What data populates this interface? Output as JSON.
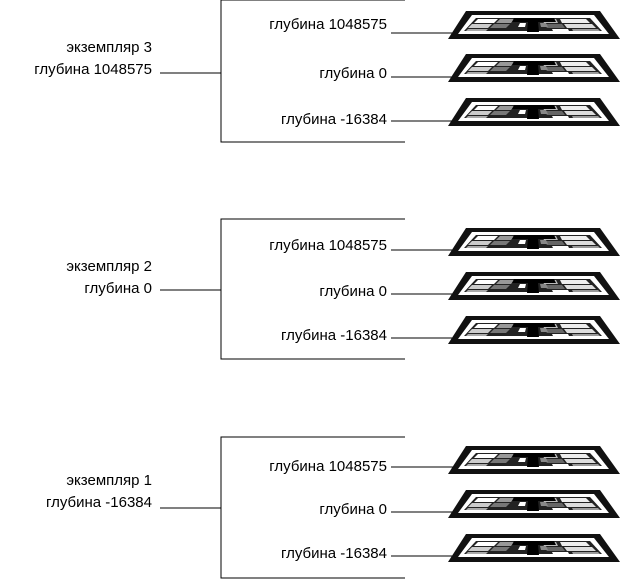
{
  "groups": [
    {
      "instance_label": "экземпляр 3",
      "instance_depth": "глубина 1048575",
      "layers": [
        "глубина 1048575",
        "глубина 0",
        "глубина -16384"
      ]
    },
    {
      "instance_label": "экземпляр 2",
      "instance_depth": "глубина 0",
      "layers": [
        "глубина 1048575",
        "глубина 0",
        "глубина -16384"
      ]
    },
    {
      "instance_label": "экземпляр 1",
      "instance_depth": "глубина -16384",
      "layers": [
        "глубина 1048575",
        "глубина 0",
        "глубина -16384"
      ]
    }
  ]
}
